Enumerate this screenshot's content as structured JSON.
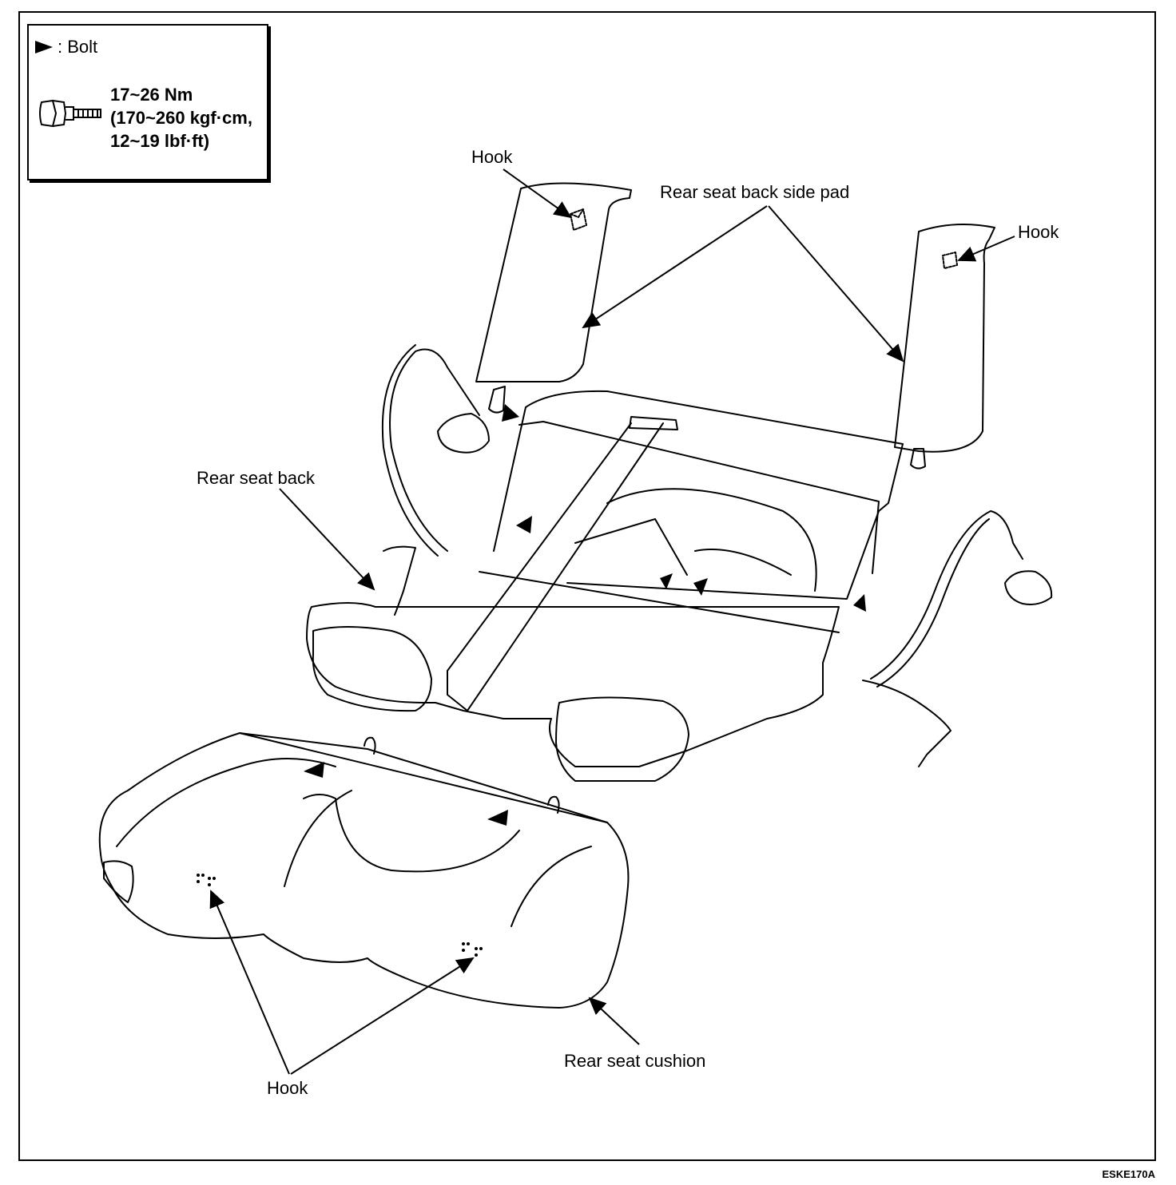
{
  "legend": {
    "bolt_label": ": Bolt",
    "torque_line1": "17~26 Nm",
    "torque_line2": "(170~260 kgf·cm,",
    "torque_line3": "12~19 lbf·ft)"
  },
  "labels": {
    "hook_top_left": "Hook",
    "hook_top_right": "Hook",
    "side_pad": "Rear seat back side pad",
    "seat_back": "Rear seat back",
    "seat_cushion": "Rear seat cushion",
    "hook_bottom": "Hook"
  },
  "figure_id": "ESKE170A"
}
